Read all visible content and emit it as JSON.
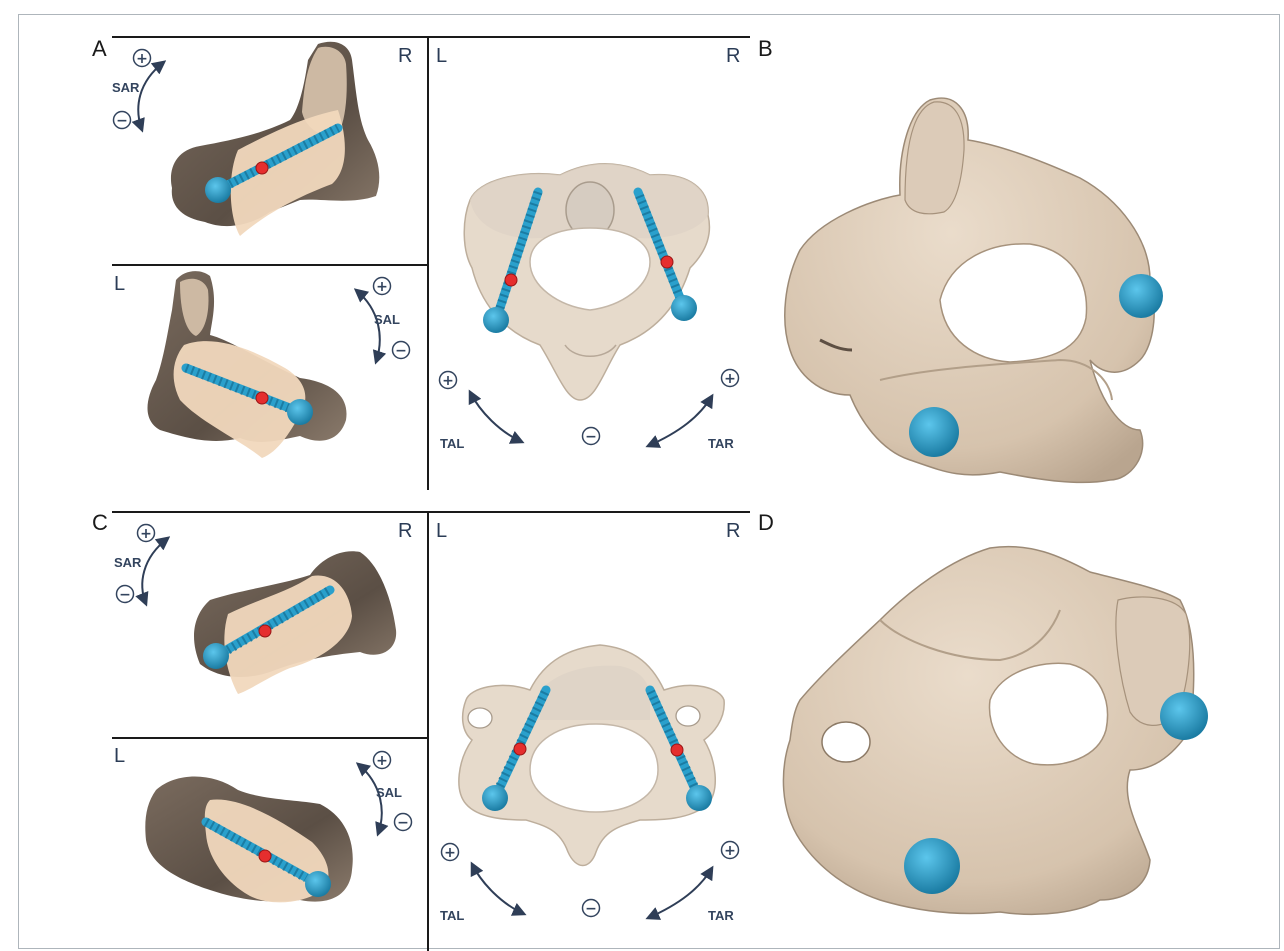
{
  "panels": {
    "A": "A",
    "B": "B",
    "C": "C",
    "D": "D"
  },
  "sides": {
    "left": "L",
    "right": "R"
  },
  "angles": {
    "sar": "SAR",
    "sal": "SAL",
    "tal": "TAL",
    "tar": "TAR"
  },
  "signs": {
    "plus": "+",
    "minus": "−"
  },
  "colors": {
    "bone": "#d9c8b4",
    "bone_dark": "#6b5e52",
    "bone_light": "#e6dacb",
    "screw": "#2aa0cc",
    "screw_dark": "#1b7ca3",
    "entry_point": "#e52e2e",
    "cut_plane": "#f1d8bd",
    "arrow": "#2f3e57",
    "divider": "#1a1a1a"
  },
  "icons": [
    "plus-circle-icon",
    "minus-circle-icon",
    "curved-arrow-icon"
  ]
}
